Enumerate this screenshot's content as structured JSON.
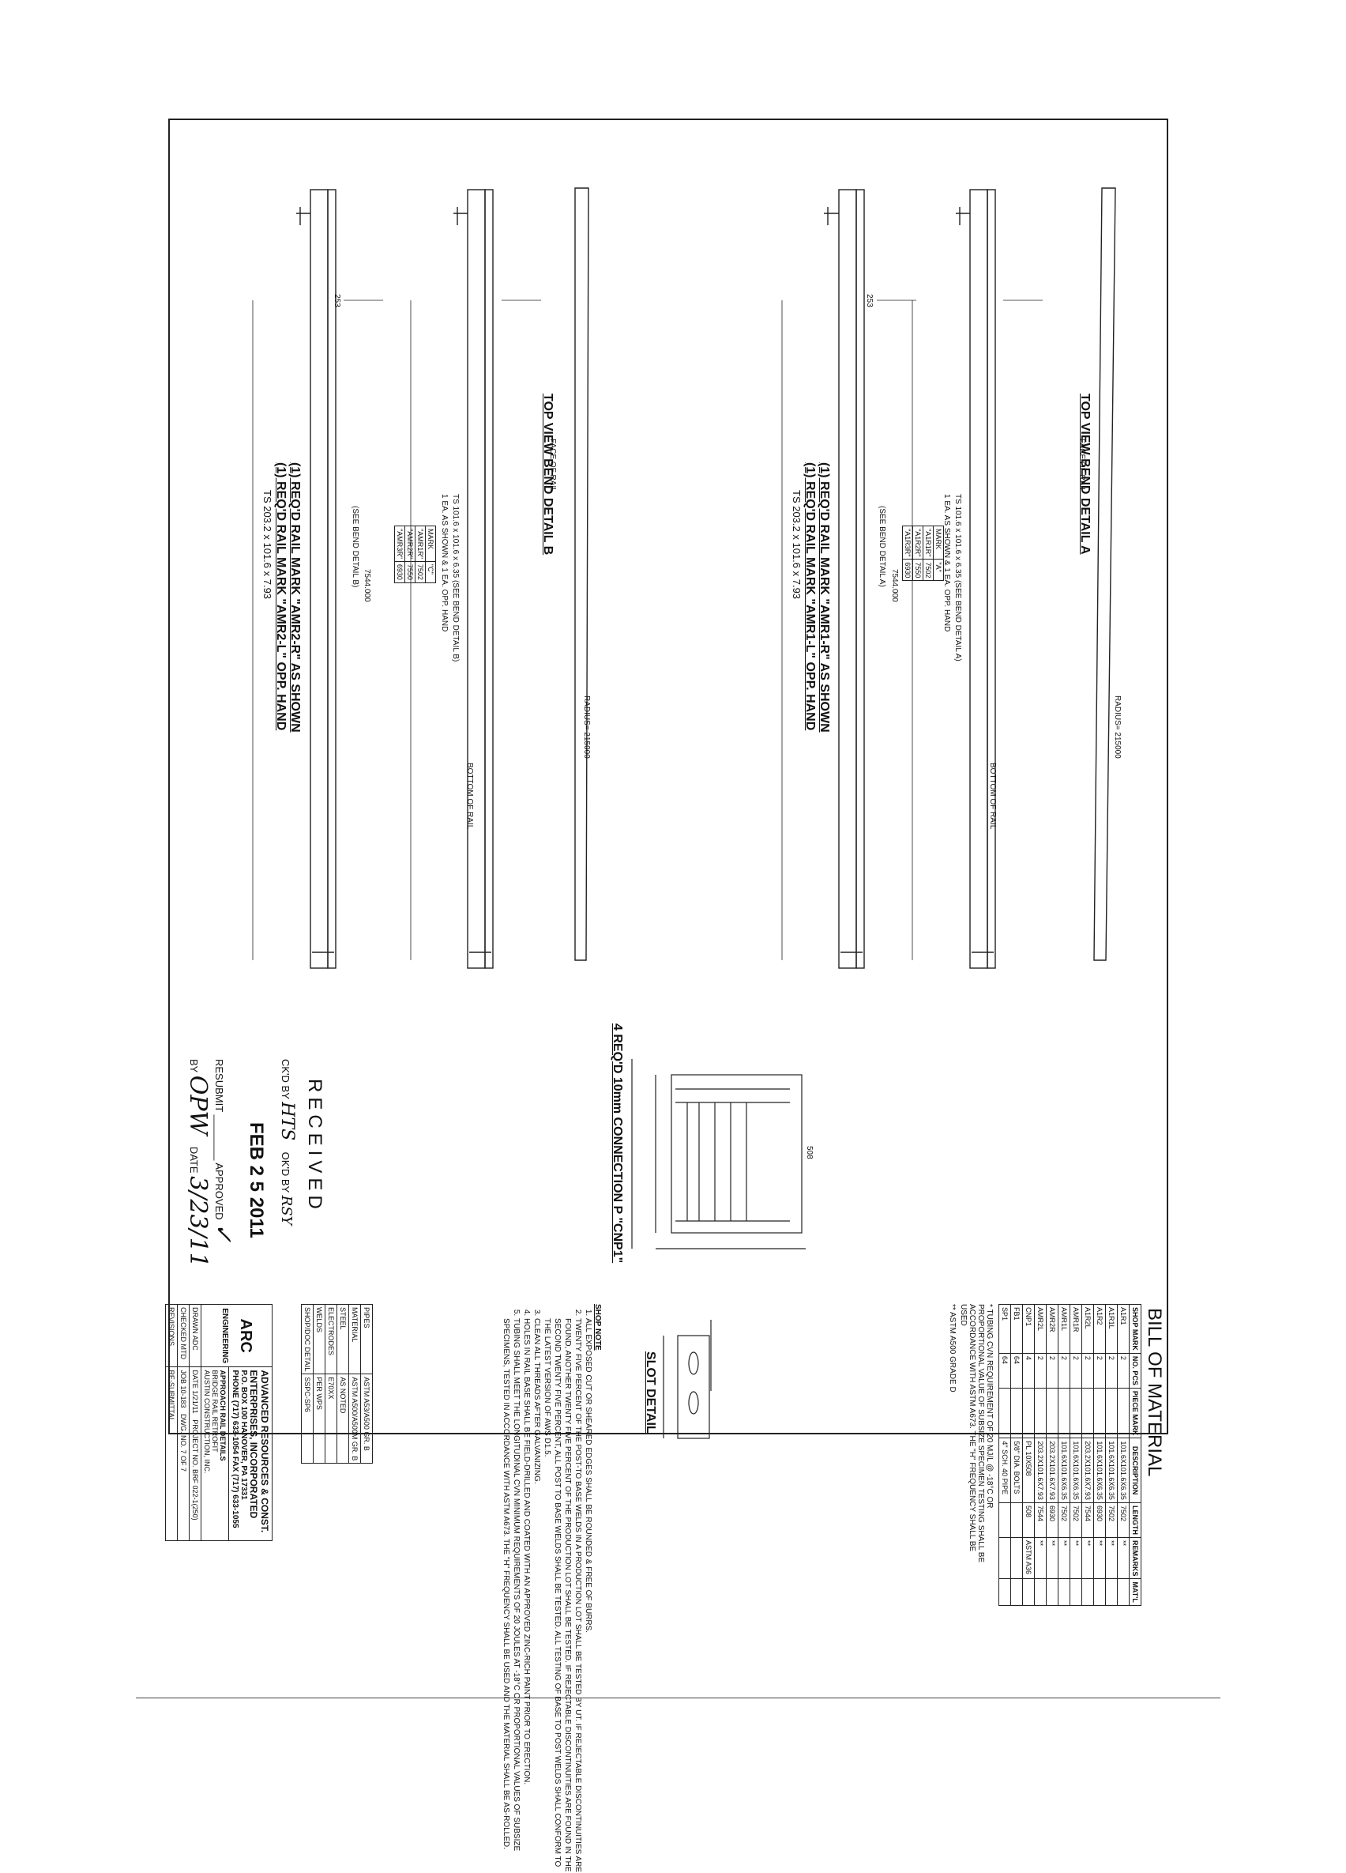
{
  "bill_of_material": {
    "title": "BILL OF MATERIAL",
    "headers": [
      "SHOP MARK",
      "NO. PCS",
      "PIECE MARK",
      "DESCRIPTION",
      "LENGTH",
      "REMARKS",
      "MAT'L"
    ],
    "rows": [
      [
        "A1R1",
        "2",
        "",
        "101.6X101.6X6.35",
        "7502",
        "**",
        ""
      ],
      [
        "A1R1L",
        "2",
        "",
        "101.6X101.6X6.35",
        "7502",
        "**",
        ""
      ],
      [
        "A1R2",
        "2",
        "",
        "101.6X101.6X6.35",
        "6930",
        "**",
        ""
      ],
      [
        "A1R2L",
        "2",
        "",
        "203.2X101.6X7.93",
        "7544",
        "**",
        ""
      ],
      [
        "AMR1R",
        "2",
        "",
        "101.6X101.6X6.35",
        "7502",
        "**",
        ""
      ],
      [
        "AMR1L",
        "2",
        "",
        "101.6X101.6X6.35",
        "7502",
        "**",
        ""
      ],
      [
        "AMR2R",
        "2",
        "",
        "203.2X101.6X7.93",
        "6930",
        "**",
        ""
      ],
      [
        "AMR2L",
        "2",
        "",
        "203.2X101.6X7.93",
        "7544",
        "**",
        ""
      ],
      [
        "CNP1",
        "4",
        "",
        "PL 10X508",
        "508",
        "ASTM A36",
        ""
      ],
      [
        "FB1",
        "64",
        "",
        "5/8\" DIA. BOLTS",
        "",
        "",
        ""
      ],
      [
        "SP1",
        "64",
        "",
        "4\" SCH. 40 PIPE",
        "",
        "",
        ""
      ]
    ],
    "footnotes": [
      "* TUBING CVN REQUIREMENT OF 20 MJ/L @ -18°C OR PROPORTIONAL VALUE OF SUBSIZE SPECIMEN TESTING SHALL BE ACCORDANCE WITH ASTM A673. THE \"H\" FREQUENCY SHALL BE USED",
      "** ASTM A500 GRADE D"
    ]
  },
  "views": {
    "top_a": "TOP VIEW BEND DETAIL A",
    "top_b": "TOP VIEW BEND DETAIL B",
    "req_a1": "(1) REQ'D RAIL MARK \"AMR1-R\" AS SHOWN",
    "req_a2": "(1) REQ'D RAIL MARK \"AMR1-L\" OPP. HAND",
    "req_b1": "(1) REQ'D RAIL MARK \"AMR2-R\" AS SHOWN",
    "req_b2": "(1) REQ'D RAIL MARK \"AMR2-L\" OPP. HAND",
    "size_a": "TS 101.6 x 101.6 x 6.35 (SEE BEND DETAIL A)",
    "size_b": "TS 101.6 x 101.6 x 6.35 (SEE BEND DETAIL B)",
    "size_a2": "TS 203.2 x 101.6 x 7.93",
    "size_b2": "TS 203.2 x 101.6 x 7.93",
    "see_a": "(SEE BEND DETAIL A)",
    "see_b": "(SEE BEND DETAIL B)",
    "note_ea": "1 EA. AS SHOWN & 1 EA. OPP. HAND",
    "face": "FACE OF RAIL",
    "bottom": "BOTTOM OF RAIL",
    "radius": "RADIUS= 215000",
    "connection": "4 REQ'D 10mm CONNECTION P \"CNP1\"",
    "slot": "SLOT DETAIL",
    "dim_7544": "7544.000",
    "dim_253": "253",
    "dim_508": "508",
    "mark_table_a": [
      [
        "MARK",
        "\"A\""
      ],
      [
        "\"A1R1R\"",
        "7502"
      ],
      [
        "\"A1R2R\"",
        "7550"
      ],
      [
        "\"A1R3R\"",
        "6930"
      ]
    ],
    "mark_table_b": [
      [
        "MARK",
        "\"C\""
      ],
      [
        "\"AMR1R\"",
        "7502"
      ],
      [
        "\"AMR2R\"",
        "7550"
      ],
      [
        "\"AMR3R\"",
        "6930"
      ]
    ]
  },
  "shop_notes": {
    "title": "SHOP NOTE",
    "items": [
      "ALL EXPOSED CUT OR SHEARED EDGES SHALL BE ROUNDED & FREE OF BURRS.",
      "TWENTY FIVE PERCENT OF THE POST-TO BASE WELDS IN A PRODUCTION LOT SHALL BE TESTED BY UT. IF REJECTABLE DISCONTINUITIES ARE FOUND, ANOTHER TWENTY FIVE PERCENT OF THE PRODUCTION LOT SHALL BE TESTED. IF REJECTABLE DISCONTINUITIES ARE FOUND IN THE SECOND TWENTY FIVE PERCENT, ALL POST TO BASE WELDS SHALL BE TESTED. ALL TESTING OF BASE TO POST WELDS SHALL CONFORM TO THE LATEST VERSION OF AWS D1.5.",
      "CLEAN ALL THREADS AFTER GALVANIZING.",
      "HOLES IN RAIL BASE SHALL BE FIELD-DRILLED AND COATED WITH AN APPROVED ZINC-RICH PAINT PRIOR TO ERECTION.",
      "TUBING SHALL MEET THE LONGITUDINAL CVN MINIMUM REQUIREMENTS OF 20 JOULES AT -18°C OR PROPORTIONAL VALUES OF SUBSIZE SPECIMENS, TESTED IN ACCORDANCE WITH ASTM A673. THE \"H\" FREQUENCY SHALL BE USED AND THE MATERIAL SHALL BE AS-ROLLED."
    ]
  },
  "specs": [
    [
      "PIPES",
      "ASTM A53/A500 GR. B"
    ],
    [
      "MATERIAL",
      "ASTM A500/A500M GR. B"
    ],
    [
      "STEEL",
      "AS NOTED"
    ],
    [
      "ELECTRODES",
      "E70XX"
    ],
    [
      "WELDS",
      "PER WPS"
    ],
    [
      "SHOP/DOC DETAIL",
      "SSPC-SP6"
    ]
  ],
  "stamp": {
    "received": "RECEIVED",
    "date": "FEB 2 5 2011",
    "ckd_label": "CK'D BY",
    "ckd": "HTS",
    "okd_label": "OK'D BY",
    "okd": "RSY",
    "resubmit": "RESUBMIT",
    "approved": "APPROVED",
    "check": "✓",
    "by_label": "BY",
    "by": "OPW",
    "date_label": "DATE",
    "date_hand": "3/23/11"
  },
  "title_block": {
    "logo": "ARC",
    "logo_sub": "ENGINEERING",
    "company_1": "ADVANCED RESOURCES & CONST.",
    "company_2": "ENTERPRISES, INCORPORATED",
    "address": "P.O. BOX 100 HANOVER, PA 17331",
    "phone": "PHONE (717) 633-1054  FAX (717) 633-1055",
    "drawing_title": "APPROACH RAIL DETAILS",
    "project": "BRIDGE RAIL RETROFIT",
    "contractor": "AUSTIN CONSTRUCTION, INC.",
    "project_no_label": "PROJECT NO.",
    "project_no": "BRF 022-1(250)",
    "sheet_label": "DWG. NO.",
    "sheet": "7 OF 7",
    "drawn_label": "DRAWN",
    "drawn": "ADC",
    "date_label": "DATE",
    "date": "1/21/11",
    "checked_label": "CHECKED",
    "checked": "MTD",
    "job_label": "JOB",
    "job": "10-183",
    "revision_label": "REVISIONS",
    "revision": "RE-SUBMITTAL"
  }
}
